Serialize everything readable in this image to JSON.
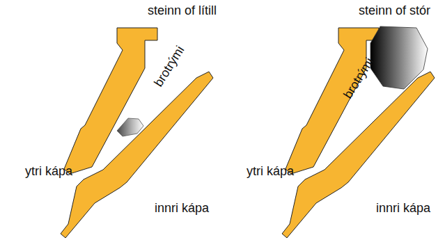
{
  "diagram": {
    "labels": [
      "steinn of lítill",
      "brotrými",
      "ytri kápa",
      "innri kápa",
      "steinn of stór",
      "brotrými",
      "ytri kápa",
      "innri kápa"
    ]
  }
}
